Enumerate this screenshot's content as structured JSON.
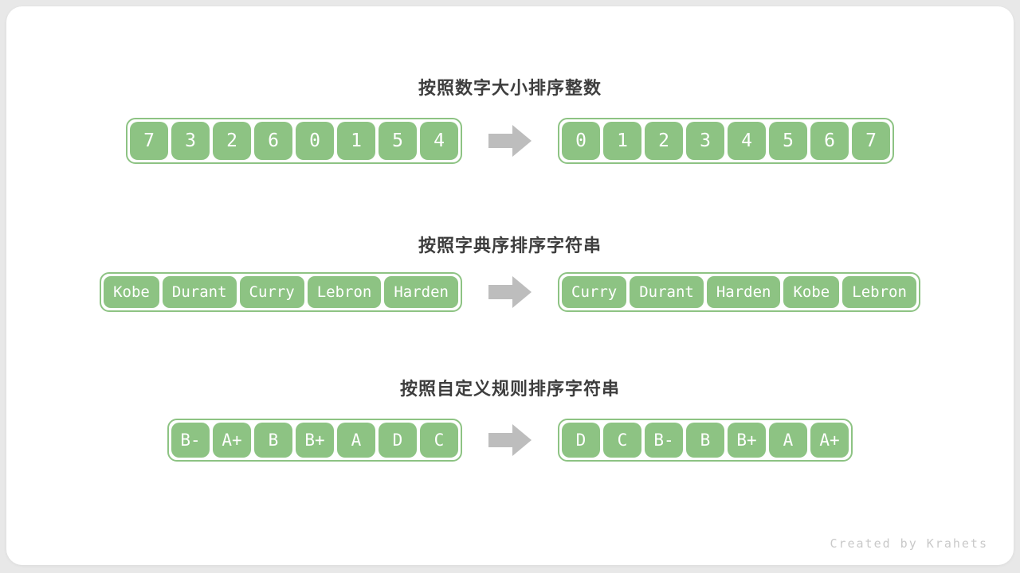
{
  "rows": [
    {
      "title": "按照数字大小排序整数",
      "before": [
        "7",
        "3",
        "2",
        "6",
        "0",
        "1",
        "5",
        "4"
      ],
      "after": [
        "0",
        "1",
        "2",
        "3",
        "4",
        "5",
        "6",
        "7"
      ]
    },
    {
      "title": "按照字典序排序字符串",
      "before": [
        "Kobe",
        "Durant",
        "Curry",
        "Lebron",
        "Harden"
      ],
      "after": [
        "Curry",
        "Durant",
        "Harden",
        "Kobe",
        "Lebron"
      ]
    },
    {
      "title": "按照自定义规则排序字符串",
      "before": [
        "B-",
        "A+",
        "B",
        "B+",
        "A",
        "D",
        "C"
      ],
      "after": [
        "D",
        "C",
        "B-",
        "B",
        "B+",
        "A",
        "A+"
      ]
    }
  ],
  "footer": {
    "credit": "Created by Krahets"
  },
  "colors": {
    "cell_green": "#8dc383",
    "arrow_gray": "#bdbdbd",
    "title_text": "#3d3d3d",
    "page_background": "#e8e8e8",
    "card_background": "#ffffff",
    "cell_text": "#ffffff",
    "credit_text": "#c9c9c9"
  }
}
